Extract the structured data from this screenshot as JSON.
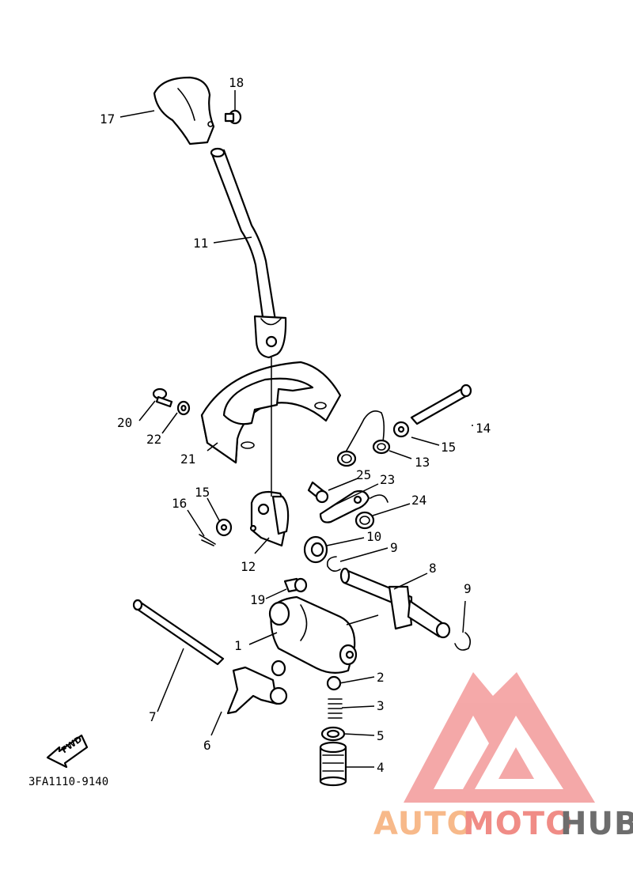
{
  "drawing_code": "3FA1110-9140",
  "fwd_label": "FWD",
  "callouts": {
    "p1": "1",
    "p2": "2",
    "p3": "3",
    "p4": "4",
    "p5": "5",
    "p6": "6",
    "p7": "7",
    "p8": "8",
    "p9a": "9",
    "p9b": "9",
    "p10": "10",
    "p11": "11",
    "p12": "12",
    "p13": "13",
    "p14": "14",
    "p15a": "15",
    "p15b": "15",
    "p16": "16",
    "p17": "17",
    "p18": "18",
    "p19": "19",
    "p20": "20",
    "p21": "21",
    "p22": "22",
    "p23": "23",
    "p24": "24",
    "p25": "25"
  },
  "watermark": {
    "part1": "AUTO",
    "part2": "MOTO",
    "part3": "HUB",
    "color_light": "#f7b98a",
    "color_mid": "#f08c86",
    "color_dark": "#6d6d6d",
    "logo_color": "#f39a9a"
  }
}
